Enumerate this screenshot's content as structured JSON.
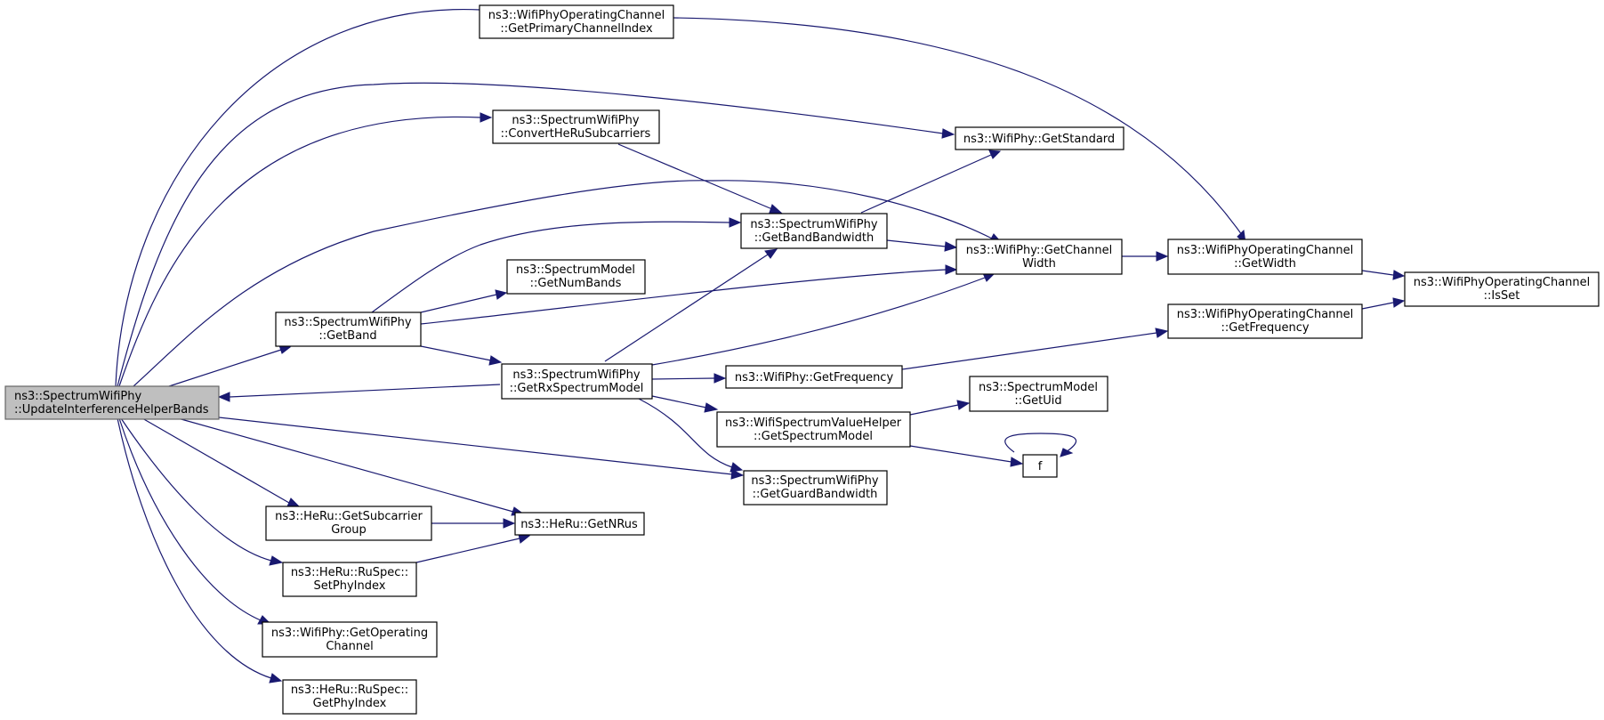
{
  "graph": {
    "edge_color": "#191970",
    "root_fill": "#bfbfbf",
    "nodes": [
      {
        "id": "root",
        "label": [
          "ns3::SpectrumWifiPhy",
          "::UpdateInterferenceHelperBands"
        ]
      },
      {
        "id": "getPrimaryChannelIndex",
        "label": [
          "ns3::WifiPhyOperatingChannel",
          "::GetPrimaryChannelIndex"
        ]
      },
      {
        "id": "convertHeRu",
        "label": [
          "ns3::SpectrumWifiPhy",
          "::ConvertHeRuSubcarriers"
        ]
      },
      {
        "id": "getStandard",
        "label": [
          "ns3::WifiPhy::GetStandard"
        ]
      },
      {
        "id": "getBandBandwidth",
        "label": [
          "ns3::SpectrumWifiPhy",
          "::GetBandBandwidth"
        ]
      },
      {
        "id": "getChannelWidth",
        "label": [
          "ns3::WifiPhy::GetChannel",
          "Width"
        ]
      },
      {
        "id": "getWidth",
        "label": [
          "ns3::WifiPhyOperatingChannel",
          "::GetWidth"
        ]
      },
      {
        "id": "isSet",
        "label": [
          "ns3::WifiPhyOperatingChannel",
          "::IsSet"
        ]
      },
      {
        "id": "getNumBands",
        "label": [
          "ns3::SpectrumModel",
          "::GetNumBands"
        ]
      },
      {
        "id": "getBand",
        "label": [
          "ns3::SpectrumWifiPhy",
          "::GetBand"
        ]
      },
      {
        "id": "getOcFrequency",
        "label": [
          "ns3::WifiPhyOperatingChannel",
          "::GetFrequency"
        ]
      },
      {
        "id": "getRxSpectrumModel",
        "label": [
          "ns3::SpectrumWifiPhy",
          "::GetRxSpectrumModel"
        ]
      },
      {
        "id": "getPhyFrequency",
        "label": [
          "ns3::WifiPhy::GetFrequency"
        ]
      },
      {
        "id": "getUid",
        "label": [
          "ns3::SpectrumModel",
          "::GetUid"
        ]
      },
      {
        "id": "getSpectrumModel",
        "label": [
          "ns3::WifiSpectrumValueHelper",
          "::GetSpectrumModel"
        ]
      },
      {
        "id": "f",
        "label": [
          "f"
        ]
      },
      {
        "id": "getGuardBandwidth",
        "label": [
          "ns3::SpectrumWifiPhy",
          "::GetGuardBandwidth"
        ]
      },
      {
        "id": "getSubcarrierGroup",
        "label": [
          "ns3::HeRu::GetSubcarrier",
          "Group"
        ]
      },
      {
        "id": "getNRus",
        "label": [
          "ns3::HeRu::GetNRus"
        ]
      },
      {
        "id": "setPhyIndex",
        "label": [
          "ns3::HeRu::RuSpec::",
          "SetPhyIndex"
        ]
      },
      {
        "id": "getOperatingChannel",
        "label": [
          "ns3::WifiPhy::GetOperating",
          "Channel"
        ]
      },
      {
        "id": "getPhyIndex",
        "label": [
          "ns3::HeRu::RuSpec::",
          "GetPhyIndex"
        ]
      }
    ],
    "edges": [
      [
        "root",
        "getPrimaryChannelIndex"
      ],
      [
        "root",
        "getStandard"
      ],
      [
        "root",
        "convertHeRu"
      ],
      [
        "root",
        "getChannelWidth"
      ],
      [
        "root",
        "getBand"
      ],
      [
        "root",
        "getGuardBandwidth"
      ],
      [
        "root",
        "getNRus"
      ],
      [
        "root",
        "getSubcarrierGroup"
      ],
      [
        "root",
        "setPhyIndex"
      ],
      [
        "root",
        "getOperatingChannel"
      ],
      [
        "root",
        "getPhyIndex"
      ],
      [
        "getPrimaryChannelIndex",
        "getWidth"
      ],
      [
        "convertHeRu",
        "getBandBandwidth"
      ],
      [
        "getBandBandwidth",
        "getStandard"
      ],
      [
        "getBandBandwidth",
        "getChannelWidth"
      ],
      [
        "getChannelWidth",
        "getWidth"
      ],
      [
        "getWidth",
        "isSet"
      ],
      [
        "getOcFrequency",
        "isSet"
      ],
      [
        "getBand",
        "getBandBandwidth"
      ],
      [
        "getBand",
        "getNumBands"
      ],
      [
        "getBand",
        "getChannelWidth"
      ],
      [
        "getBand",
        "getRxSpectrumModel"
      ],
      [
        "getRxSpectrumModel",
        "root"
      ],
      [
        "getRxSpectrumModel",
        "getBandBandwidth"
      ],
      [
        "getRxSpectrumModel",
        "getChannelWidth"
      ],
      [
        "getRxSpectrumModel",
        "getPhyFrequency"
      ],
      [
        "getRxSpectrumModel",
        "getSpectrumModel"
      ],
      [
        "getRxSpectrumModel",
        "getGuardBandwidth"
      ],
      [
        "getPhyFrequency",
        "getOcFrequency"
      ],
      [
        "getSpectrumModel",
        "getUid"
      ],
      [
        "getSpectrumModel",
        "f"
      ],
      [
        "f",
        "f"
      ],
      [
        "getSubcarrierGroup",
        "getNRus"
      ],
      [
        "setPhyIndex",
        "getNRus"
      ]
    ]
  }
}
